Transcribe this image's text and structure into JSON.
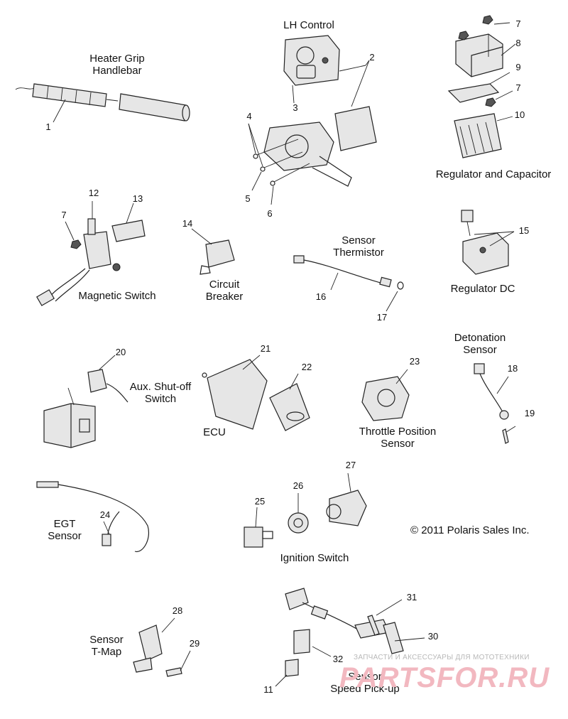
{
  "groups": {
    "heater_grip": "Heater Grip\nHandlebar",
    "lh_control": "LH Control",
    "regulator_capacitor": "Regulator and Capacitor",
    "magnetic_switch": "Magnetic Switch",
    "circuit_breaker": "Circuit\nBreaker",
    "sensor_thermistor": "Sensor\nThermistor",
    "regulator_dc": "Regulator DC",
    "detonation_sensor": "Detonation\nSensor",
    "aux_shutoff": "Aux. Shut-off\nSwitch",
    "ecu": "ECU",
    "throttle_position": "Throttle Position\nSensor",
    "egt_sensor": "EGT\nSensor",
    "ignition_switch": "Ignition Switch",
    "sensor_tmap": "Sensor\nT-Map",
    "speed_pickup": "Sensor\nSpeed Pick-up"
  },
  "copyright": "© 2011 Polaris Sales Inc.",
  "callouts": [
    "1",
    "2",
    "3",
    "4",
    "5",
    "6",
    "7",
    "8",
    "9",
    "7",
    "10",
    "12",
    "13",
    "7",
    "14",
    "15",
    "16",
    "17",
    "18",
    "19",
    "20",
    "21",
    "22",
    "23",
    "24",
    "25",
    "26",
    "27",
    "28",
    "29",
    "31",
    "30",
    "32",
    "11"
  ],
  "watermark": {
    "subtitle": "ЗАПЧАСТИ И АКСЕССУАРЫ ДЛЯ МОТОТЕХНИКИ",
    "brand": "PARTSFOR.RU"
  }
}
